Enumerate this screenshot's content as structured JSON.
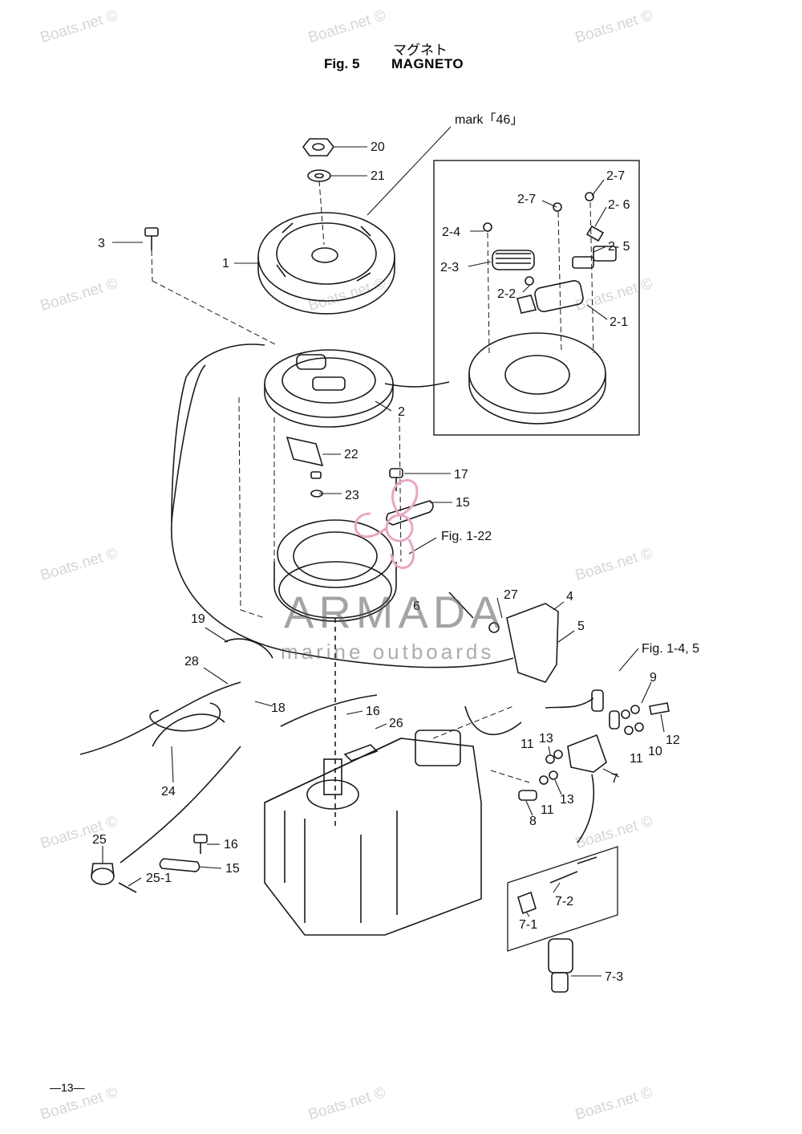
{
  "header": {
    "title_jp": "マグネト",
    "fig": "Fig. 5",
    "title": "MAGNETO"
  },
  "footer": {
    "page_number": "—13—"
  },
  "watermarks": {
    "text": "Boats.net ©"
  },
  "brand": {
    "name": "ARMADA",
    "tagline": "marine outboards",
    "color": "#e8a6c4"
  },
  "callouts": [
    {
      "id": "mark",
      "label": "mark「46」"
    },
    {
      "id": "20",
      "label": "20"
    },
    {
      "id": "21",
      "label": "21"
    },
    {
      "id": "3",
      "label": "3"
    },
    {
      "id": "1",
      "label": "1"
    },
    {
      "id": "2-7a",
      "label": "2-7"
    },
    {
      "id": "2-7b",
      "label": "2-7"
    },
    {
      "id": "2-6",
      "label": "2- 6"
    },
    {
      "id": "2-4",
      "label": "2-4"
    },
    {
      "id": "2-5",
      "label": "2- 5"
    },
    {
      "id": "2-3",
      "label": "2-3"
    },
    {
      "id": "2-2",
      "label": "2-2"
    },
    {
      "id": "2-1",
      "label": "2-1"
    },
    {
      "id": "2",
      "label": "2"
    },
    {
      "id": "22",
      "label": "22"
    },
    {
      "id": "17",
      "label": "17"
    },
    {
      "id": "23",
      "label": "23"
    },
    {
      "id": "15a",
      "label": "15"
    },
    {
      "id": "fig122",
      "label": "Fig. 1-22"
    },
    {
      "id": "6",
      "label": "6"
    },
    {
      "id": "27",
      "label": "27"
    },
    {
      "id": "4",
      "label": "4"
    },
    {
      "id": "5",
      "label": "5"
    },
    {
      "id": "19",
      "label": "19"
    },
    {
      "id": "fig145",
      "label": "Fig. 1-4, 5"
    },
    {
      "id": "28",
      "label": "28"
    },
    {
      "id": "9",
      "label": "9"
    },
    {
      "id": "18",
      "label": "18"
    },
    {
      "id": "16a",
      "label": "16"
    },
    {
      "id": "26",
      "label": "26"
    },
    {
      "id": "12",
      "label": "12"
    },
    {
      "id": "13a",
      "label": "13"
    },
    {
      "id": "11a",
      "label": "11"
    },
    {
      "id": "11b",
      "label": "11"
    },
    {
      "id": "10",
      "label": "10"
    },
    {
      "id": "24",
      "label": "24"
    },
    {
      "id": "7",
      "label": "7"
    },
    {
      "id": "13b",
      "label": "13"
    },
    {
      "id": "8",
      "label": "8"
    },
    {
      "id": "11c",
      "label": "11"
    },
    {
      "id": "25",
      "label": "25"
    },
    {
      "id": "16b",
      "label": "16"
    },
    {
      "id": "15b",
      "label": "15"
    },
    {
      "id": "25-1",
      "label": "25-1"
    },
    {
      "id": "7-2",
      "label": "7-2"
    },
    {
      "id": "7-1",
      "label": "7-1"
    },
    {
      "id": "7-3",
      "label": "7-3"
    }
  ]
}
